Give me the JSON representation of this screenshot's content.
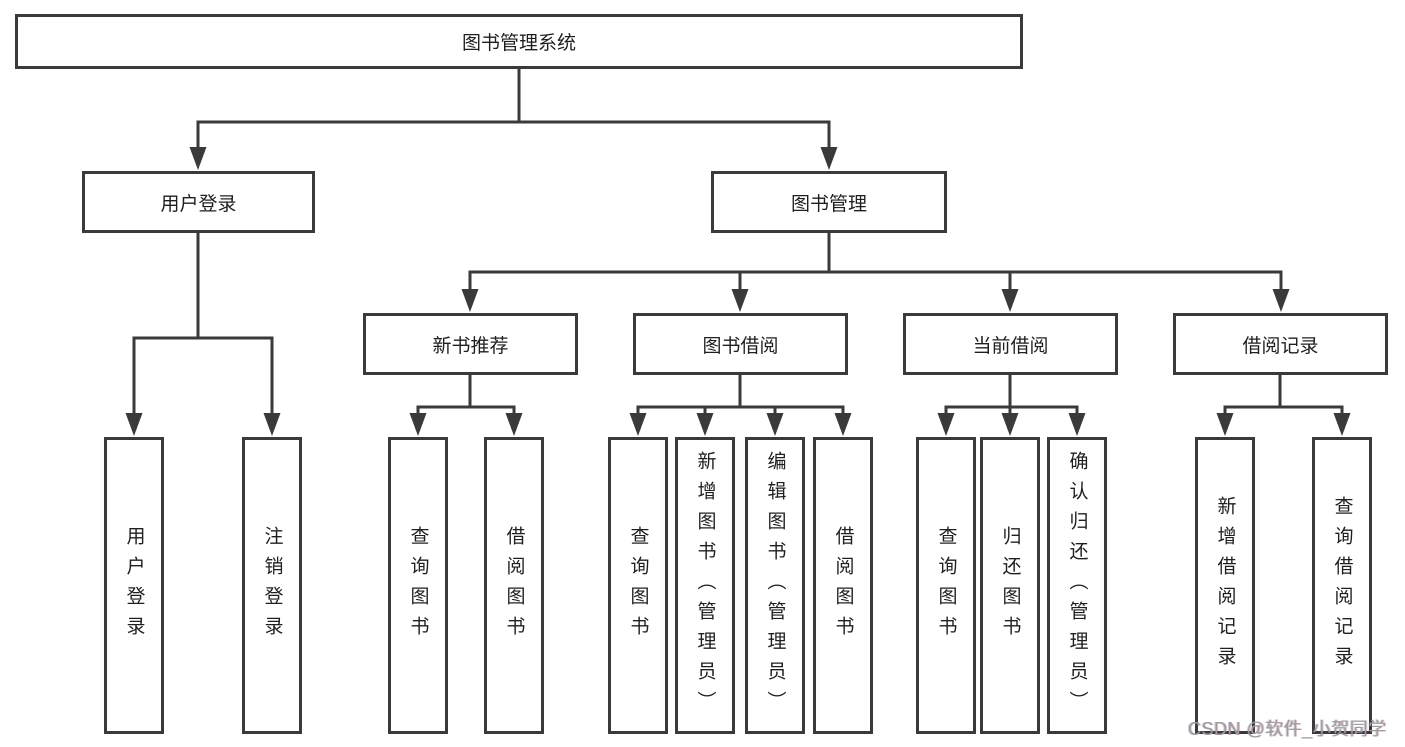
{
  "diagram_title": "图书管理系统",
  "colors": {
    "line": "#3a3a3a",
    "box_border": "#3a3a3a",
    "text": "#1f1f1f",
    "watermark": "#9e9e9e",
    "background": "#ffffff"
  },
  "tree": {
    "root": {
      "label": "图书管理系统"
    },
    "level2": [
      {
        "label": "用户登录"
      },
      {
        "label": "图书管理"
      }
    ],
    "level3": [
      {
        "label": "新书推荐"
      },
      {
        "label": "图书借阅"
      },
      {
        "label": "当前借阅"
      },
      {
        "label": "借阅记录"
      }
    ],
    "leaves": {
      "user_login": [
        {
          "label": "用户登录"
        },
        {
          "label": "注销登录"
        }
      ],
      "new_book_recommend": [
        {
          "label": "查询图书"
        },
        {
          "label": "借阅图书"
        }
      ],
      "book_borrowing": [
        {
          "label": "查询图书"
        },
        {
          "label": "新增图书（管理员）"
        },
        {
          "label": "编辑图书（管理员）"
        },
        {
          "label": "借阅图书"
        }
      ],
      "current_borrowing": [
        {
          "label": "查询图书"
        },
        {
          "label": "归还图书"
        },
        {
          "label": "确认归还（管理员）"
        }
      ],
      "borrowing_records": [
        {
          "label": "新增借阅记录"
        },
        {
          "label": "查询借阅记录"
        }
      ]
    }
  },
  "watermark": {
    "text": "CSDN @软件_小贺同学"
  }
}
